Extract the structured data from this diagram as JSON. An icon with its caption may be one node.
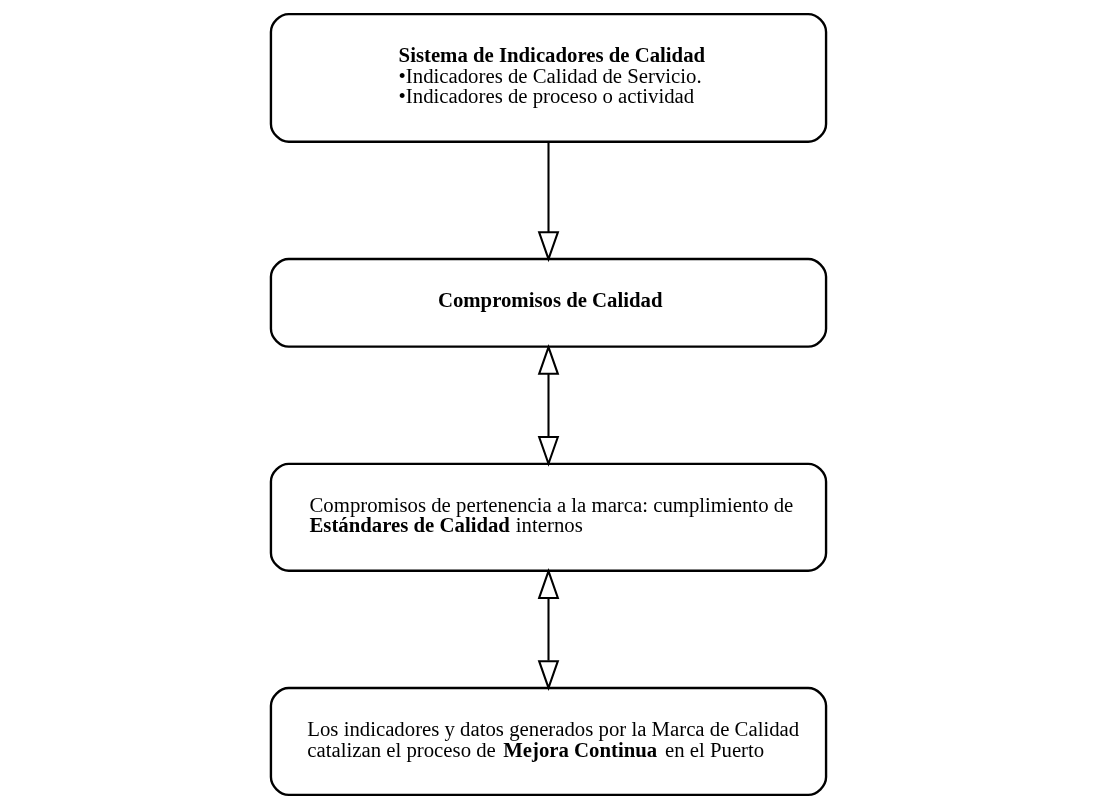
{
  "diagram": {
    "nodes": [
      {
        "text": [
          "Sistema de Indicadores de Calidad",
          "•Indicadores de Calidad de Servicio.",
          "•Indicadores de proceso o actividad"
        ]
      },
      {
        "text": [
          "Compromisos de Calidad"
        ]
      },
      {
        "text": [
          "Compromisos de pertenencia a la marca: cumplimiento de **Estándares de Calidad** internos"
        ]
      },
      {
        "text": [
          "Los indicadores y datos generados por la Marca de Calidad catalizan el proceso de **Mejora Continua** en el Puerto"
        ]
      }
    ],
    "edges": [
      {
        "from": 0,
        "to": 1,
        "arrow": "to"
      },
      {
        "from": 1,
        "to": 2,
        "arrow": "both"
      },
      {
        "from": 2,
        "to": 3,
        "arrow": "both"
      }
    ]
  }
}
